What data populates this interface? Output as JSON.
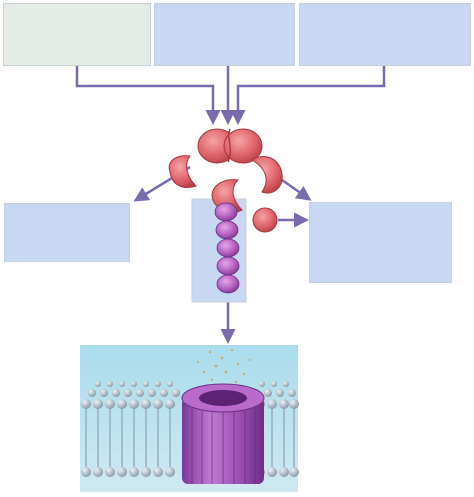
{
  "diagram": {
    "label_boxes": [
      {
        "id": "top-left",
        "text": ""
      },
      {
        "id": "top-middle",
        "text": ""
      },
      {
        "id": "top-right",
        "text": ""
      },
      {
        "id": "middle-left",
        "text": ""
      },
      {
        "id": "middle-right",
        "text": ""
      }
    ],
    "colors": {
      "arrow": "#7a6ab0",
      "green_box": "#e4ebe4",
      "blue_box": "#c8d8f2",
      "c3_fragment": "#e0646c",
      "mac_complex": "#a64fb0",
      "membrane_bg": "#a8d6e8",
      "lipid_head": "#b9c4cf",
      "pore": "#9b4fb0"
    },
    "icons": [
      "complement-protein-icon",
      "membrane-attack-complex-icon",
      "lipid-bilayer-icon"
    ]
  }
}
